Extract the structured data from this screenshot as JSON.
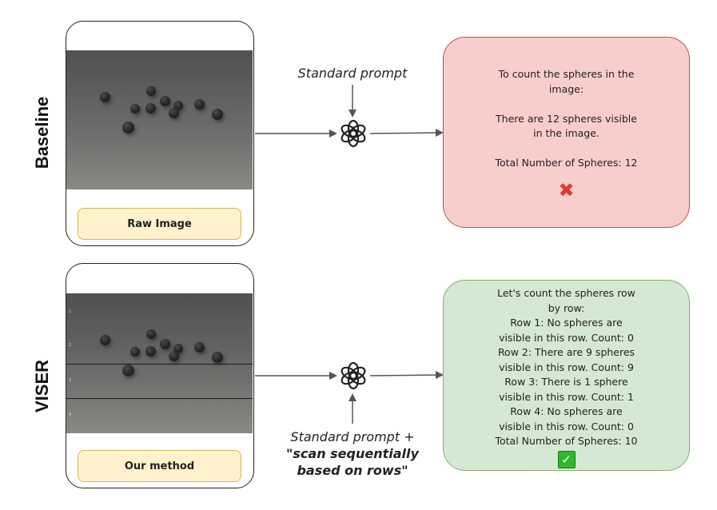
{
  "rows": {
    "baseline": {
      "label": "Baseline",
      "image_caption": "Raw Image",
      "prompt": "Standard prompt",
      "response_lines": [
        "To count the spheres in the",
        "image:",
        "",
        "There are 12 spheres visible",
        "in the image.",
        "",
        "Total Number of Spheres: 12"
      ],
      "status_icon": "cross-mark-icon",
      "status_symbol": "✖"
    },
    "viser": {
      "label": "VISER",
      "image_caption": "Our method",
      "prompt_line1": "Standard prompt +",
      "prompt_line2": "\"scan sequentially",
      "prompt_line3": "based on rows\"",
      "row_numbers": [
        "1",
        "2",
        "3",
        "4"
      ],
      "response_lines": [
        "Let's count the spheres row",
        "by row:",
        "Row 1: No spheres are",
        "visible in this row. Count: 0",
        "Row 2: There are 9 spheres",
        "visible in this row. Count: 9",
        "Row 3: There is 1 sphere",
        "visible in this row. Count: 1",
        "Row 4: No spheres are",
        "visible in this row. Count: 0",
        "Total Number of Spheres: 10"
      ],
      "status_icon": "check-mark-icon",
      "status_symbol": "✓"
    }
  },
  "model_icon": "openai-logo-icon",
  "colors": {
    "baseline_box_fill": "#f8cecc",
    "baseline_box_stroke": "#b85450",
    "viser_box_fill": "#d5e8d4",
    "viser_box_stroke": "#82b366",
    "caption_fill": "#fff2cc",
    "caption_stroke": "#d6b656",
    "arrow": "#555555"
  }
}
